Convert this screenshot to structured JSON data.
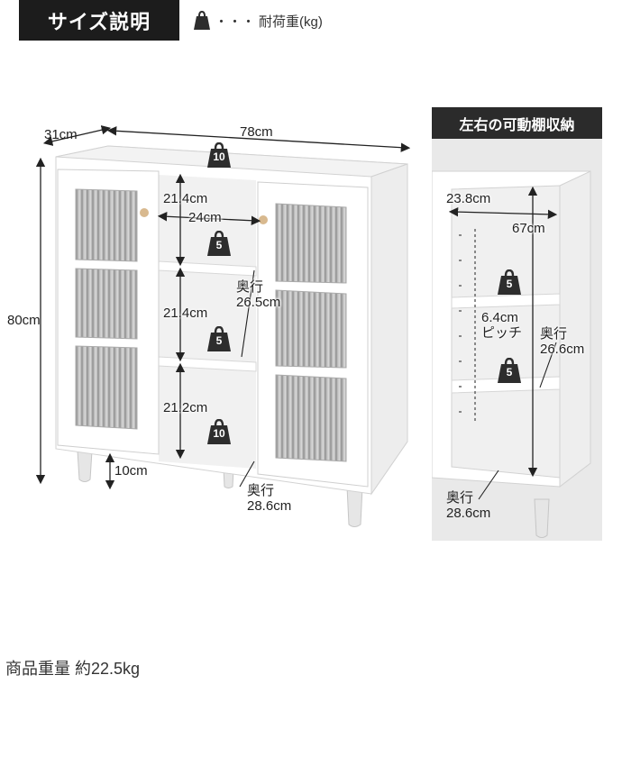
{
  "header": {
    "title": "サイズ説明",
    "legend_dots": "・・・",
    "legend_label": "耐荷重(kg)"
  },
  "main": {
    "depth_label": "31cm",
    "width_label": "78cm",
    "height_label": "80cm",
    "top_load": "10",
    "shelf1_height": "21.4cm",
    "inner_width": "24cm",
    "shelf1_load": "5",
    "inner_depth_key": "奥行",
    "inner_depth": "26.5cm",
    "shelf2_height": "21.4cm",
    "shelf2_load": "5",
    "shelf3_height": "21.2cm",
    "bottom_load": "10",
    "leg_height": "10cm",
    "bottom_depth_key": "奥行",
    "bottom_depth": "28.6cm"
  },
  "side": {
    "header": "左右の可動棚収納",
    "width": "23.8cm",
    "height": "67cm",
    "load_top": "5",
    "pitch_value": "6.4cm",
    "pitch_label": "ピッチ",
    "load_bottom": "5",
    "depth_key": "奥行",
    "depth": "26.6cm",
    "bottom_depth_key": "奥行",
    "bottom_depth": "28.6cm"
  },
  "footer": {
    "weight_info": "商品重量 約22.5kg"
  },
  "colors": {
    "badge": "#2d2d2d",
    "title_bg": "#1c1c1c"
  }
}
